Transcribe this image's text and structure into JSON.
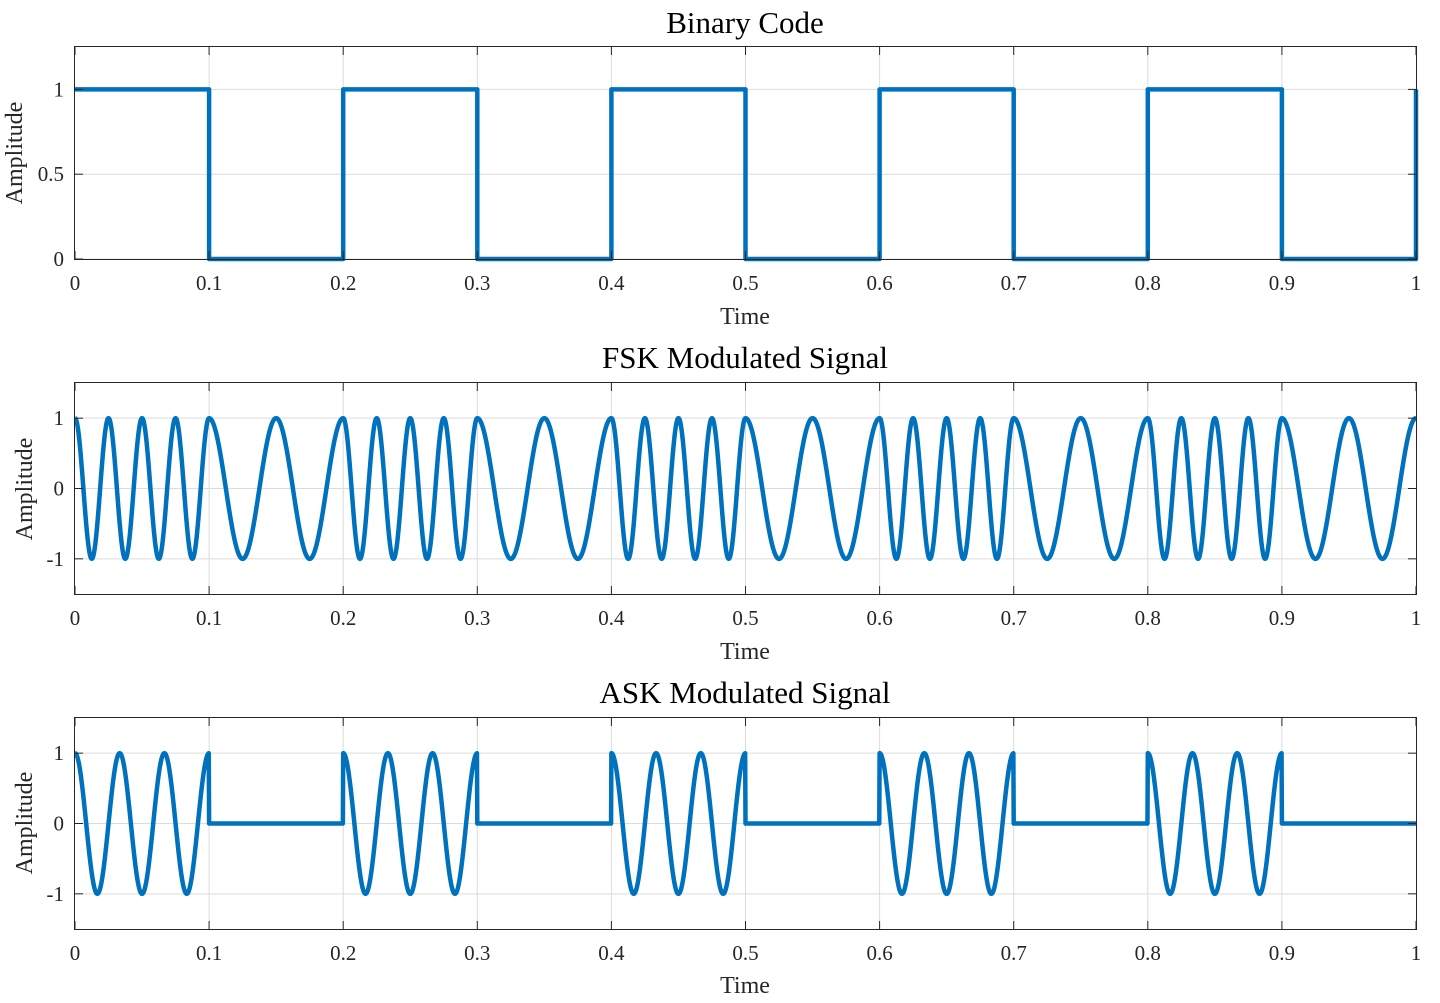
{
  "chart_data": [
    {
      "type": "line",
      "title": "Binary Code",
      "xlabel": "Time",
      "ylabel": "Amplitude",
      "xlim": [
        0,
        1
      ],
      "ylim": [
        0,
        1.25
      ],
      "xticks": [
        "0",
        "0.1",
        "0.2",
        "0.3",
        "0.4",
        "0.5",
        "0.6",
        "0.7",
        "0.8",
        "0.9",
        "1"
      ],
      "yticks": [
        "0",
        "0.5",
        "1"
      ],
      "grid": true,
      "color": "#0072BD",
      "bits": [
        1,
        0,
        1,
        0,
        1,
        0,
        1,
        0,
        1,
        0
      ],
      "bit_duration": 0.1,
      "series": [
        {
          "signal": "binary",
          "x": [
            0,
            0.1,
            0.1,
            0.2,
            0.2,
            0.3,
            0.3,
            0.4,
            0.4,
            0.5,
            0.5,
            0.6,
            0.6,
            0.7,
            0.7,
            0.8,
            0.8,
            0.9,
            0.9,
            1.0,
            1.0
          ],
          "values": [
            1,
            1,
            0,
            0,
            1,
            1,
            0,
            0,
            1,
            1,
            0,
            0,
            1,
            1,
            0,
            0,
            1,
            1,
            0,
            0,
            1
          ]
        }
      ]
    },
    {
      "type": "line",
      "title": "FSK Modulated Signal",
      "xlabel": "Time",
      "ylabel": "Amplitude",
      "xlim": [
        0,
        1
      ],
      "ylim": [
        -1.5,
        1.5
      ],
      "xticks": [
        "0",
        "0.1",
        "0.2",
        "0.3",
        "0.4",
        "0.5",
        "0.6",
        "0.7",
        "0.8",
        "0.9",
        "1"
      ],
      "yticks": [
        "-1",
        "0",
        "1"
      ],
      "grid": true,
      "color": "#0072BD",
      "bits": [
        1,
        0,
        1,
        0,
        1,
        0,
        1,
        0,
        1,
        0
      ],
      "bit_duration": 0.1,
      "series": [
        {
          "signal": "fsk",
          "waveform": "cos",
          "freq_high_hz": 40,
          "freq_low_hz": 20,
          "amplitude": 1
        }
      ]
    },
    {
      "type": "line",
      "title": "ASK Modulated Signal",
      "xlabel": "Time",
      "ylabel": "Amplitude",
      "xlim": [
        0,
        1
      ],
      "ylim": [
        -1.5,
        1.5
      ],
      "xticks": [
        "0",
        "0.1",
        "0.2",
        "0.3",
        "0.4",
        "0.5",
        "0.6",
        "0.7",
        "0.8",
        "0.9",
        "1"
      ],
      "yticks": [
        "-1",
        "0",
        "1"
      ],
      "grid": true,
      "color": "#0072BD",
      "bits": [
        1,
        0,
        1,
        0,
        1,
        0,
        1,
        0,
        1,
        0
      ],
      "bit_duration": 0.1,
      "series": [
        {
          "signal": "ask",
          "waveform": "cos",
          "carrier_freq_hz": 30,
          "amplitude_on": 1,
          "amplitude_off": 0
        }
      ]
    }
  ]
}
